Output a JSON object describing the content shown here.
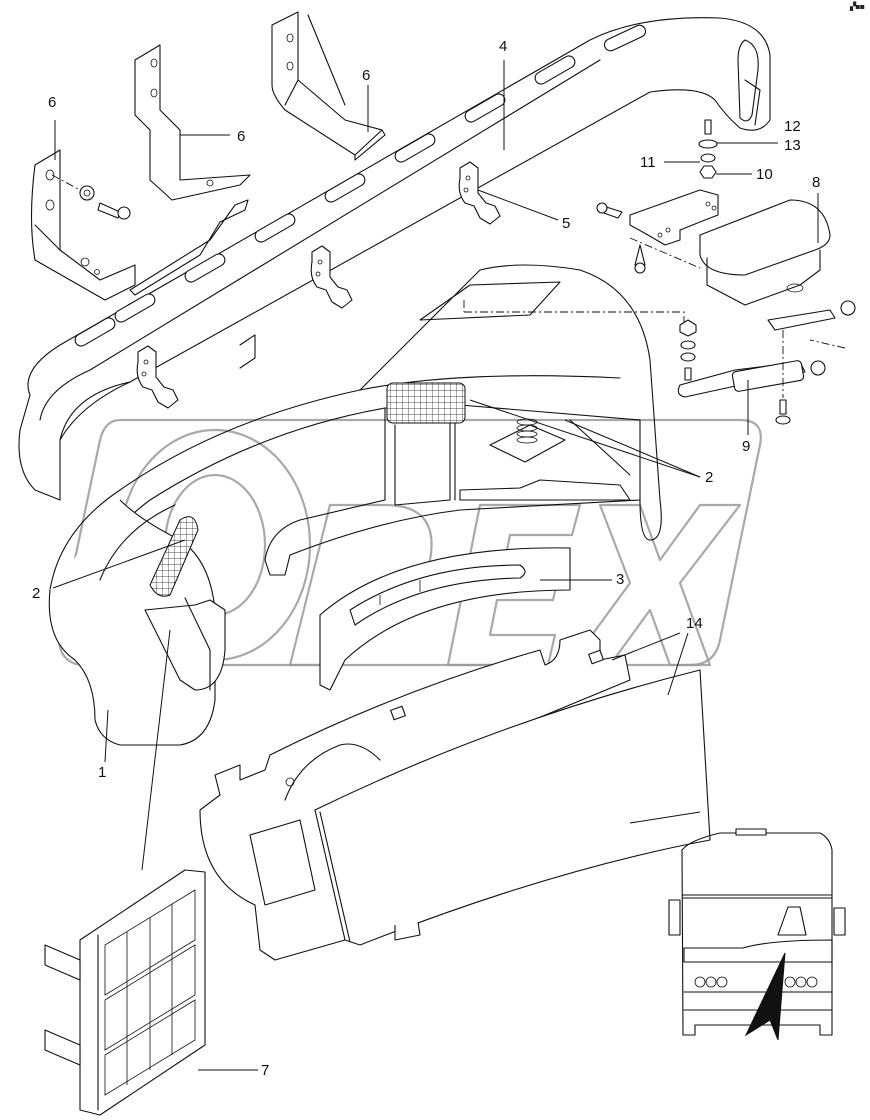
{
  "diagram": {
    "type": "exploded-parts-diagram",
    "subject": "Bus dashboard / driver console assembly",
    "watermark": "OPEX",
    "corner_mark": "▞▪▪",
    "callouts": [
      {
        "id": "1",
        "label": "1",
        "part": "left side console panel"
      },
      {
        "id": "2a",
        "label": "2",
        "part": "air vent nozzle (left)"
      },
      {
        "id": "2b",
        "label": "2",
        "part": "air vent nozzle (center)"
      },
      {
        "id": "3",
        "label": "3",
        "part": "instrument cluster trim"
      },
      {
        "id": "4",
        "label": "4",
        "part": "dashboard top rail / grab handle"
      },
      {
        "id": "5",
        "label": "5",
        "part": "toggle latch"
      },
      {
        "id": "6a",
        "label": "6",
        "part": "mounting bracket (left)"
      },
      {
        "id": "6b",
        "label": "6",
        "part": "mounting bracket (center)"
      },
      {
        "id": "6c",
        "label": "6",
        "part": "mounting bracket (right)"
      },
      {
        "id": "7",
        "label": "7",
        "part": "switch panel grille"
      },
      {
        "id": "8",
        "label": "8",
        "part": "storage box lid"
      },
      {
        "id": "9",
        "label": "9",
        "part": "gas strut"
      },
      {
        "id": "10",
        "label": "10",
        "part": "hex nut"
      },
      {
        "id": "11",
        "label": "11",
        "part": "lock washer"
      },
      {
        "id": "12",
        "label": "12",
        "part": "stud"
      },
      {
        "id": "13",
        "label": "13",
        "part": "flat washer"
      },
      {
        "id": "14",
        "label": "14",
        "part": "instrument panel cover"
      }
    ],
    "locator_view": {
      "description": "Front view of coach with arrow pointing to driver dashboard area"
    }
  }
}
